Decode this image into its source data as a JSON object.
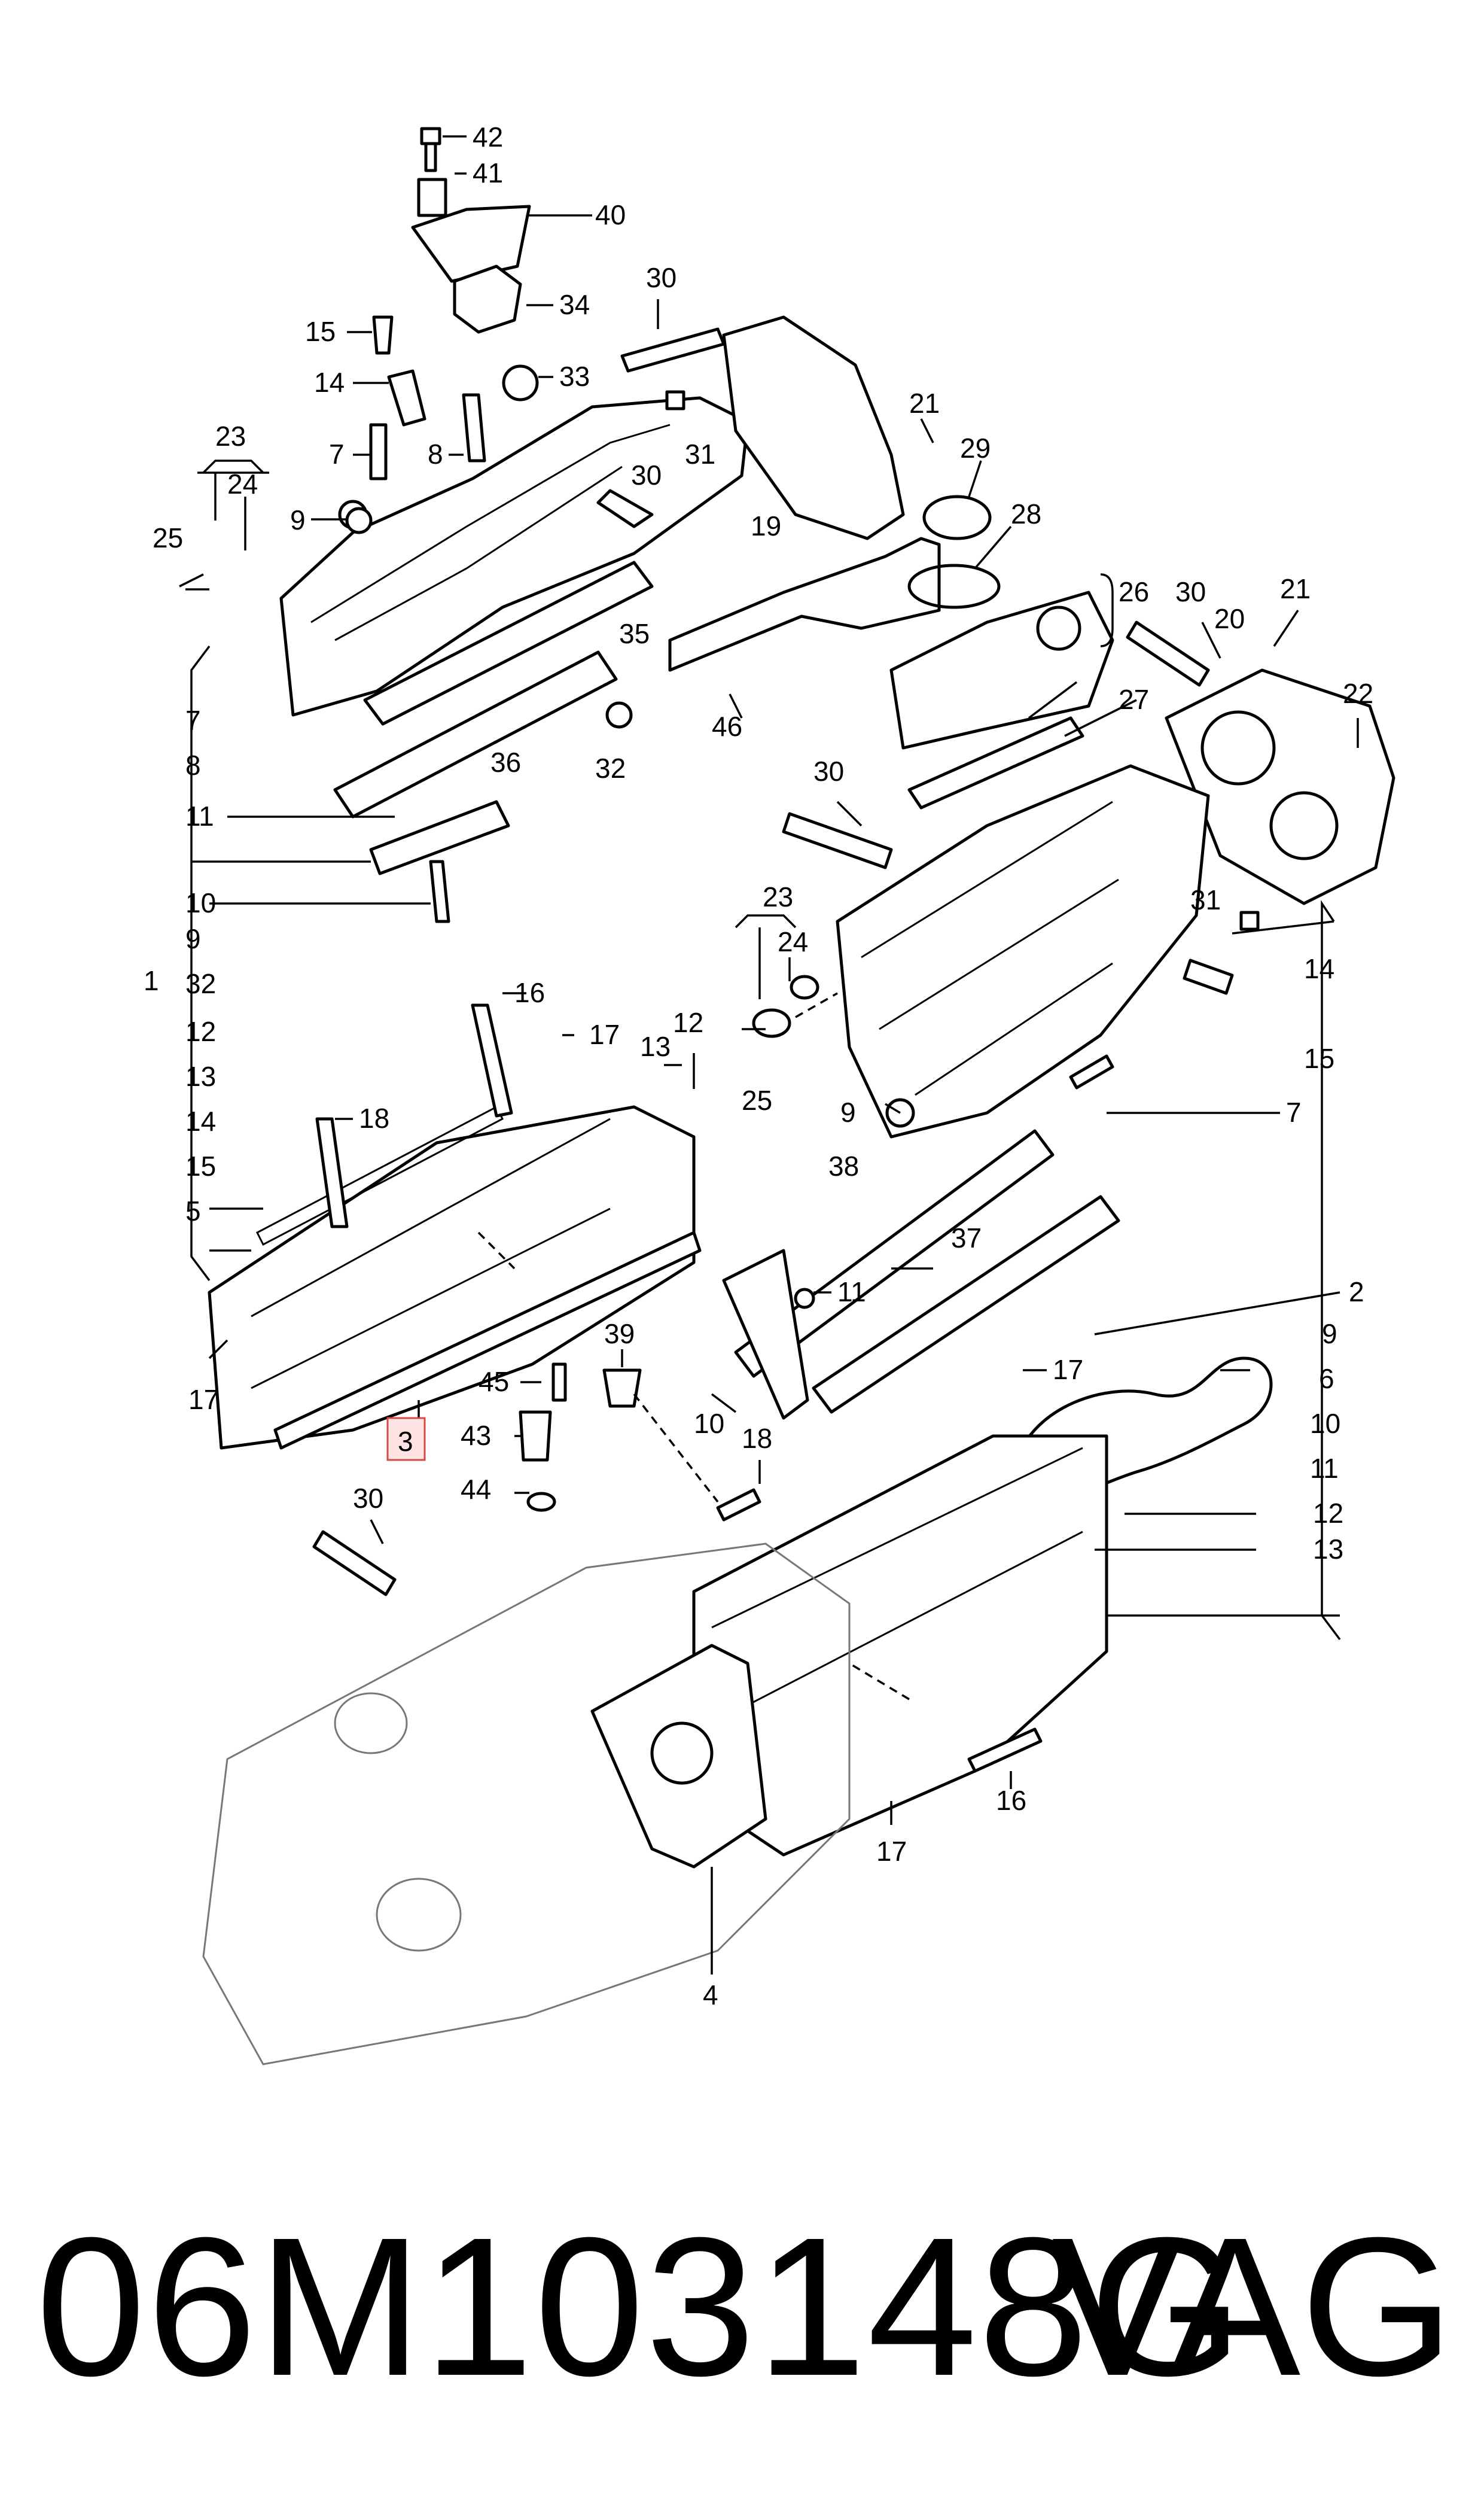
{
  "diagram": {
    "labels": {
      "n42": "42",
      "n41": "41",
      "n40": "40",
      "n34": "34",
      "n33": "33",
      "n30a": "30",
      "n30b": "30",
      "n30c": "30",
      "n30d": "30",
      "n30e": "30",
      "n15a": "15",
      "n15b": "15",
      "n14a": "14",
      "n14b": "14",
      "n14c": "14",
      "n7a": "7",
      "n7b": "7",
      "n7c": "7",
      "n8a": "8",
      "n8b": "8",
      "n23a": "23",
      "n23b": "23",
      "n24a": "24",
      "n24b": "24",
      "n25a": "25",
      "n25b": "25",
      "n9a": "9",
      "n9b": "9",
      "n9c": "9",
      "n9d": "9",
      "n35": "35",
      "n36": "36",
      "n32a": "32",
      "n32b": "32",
      "n31a": "31",
      "n31b": "31",
      "n19": "19",
      "n21a": "21",
      "n21b": "21",
      "n29": "29",
      "n28": "28",
      "n26": "26",
      "n20": "20",
      "n22": "22",
      "n27": "27",
      "n46": "46",
      "n11a": "11",
      "n11b": "11",
      "n11c": "11",
      "n10a": "10",
      "n10b": "10",
      "n10c": "10",
      "n1": "1",
      "n2": "2",
      "n12a": "12",
      "n12b": "12",
      "n12c": "12",
      "n13a": "13",
      "n13b": "13",
      "n13c": "13",
      "n5": "5",
      "n16a": "16",
      "n16b": "16",
      "n17a": "17",
      "n17b": "17",
      "n17c": "17",
      "n17d": "17",
      "n18a": "18",
      "n18b": "18",
      "n38": "38",
      "n37": "37",
      "n39": "39",
      "n6": "6",
      "n45": "45",
      "n43": "43",
      "n44": "44",
      "n3": "3",
      "n4": "4"
    }
  },
  "caption": {
    "part_number": "06M103148G",
    "brand": "VAG"
  },
  "colors": {
    "ink": "#000000",
    "highlight_fill": "#ffe2e2",
    "highlight_stroke": "#d24a4a"
  }
}
